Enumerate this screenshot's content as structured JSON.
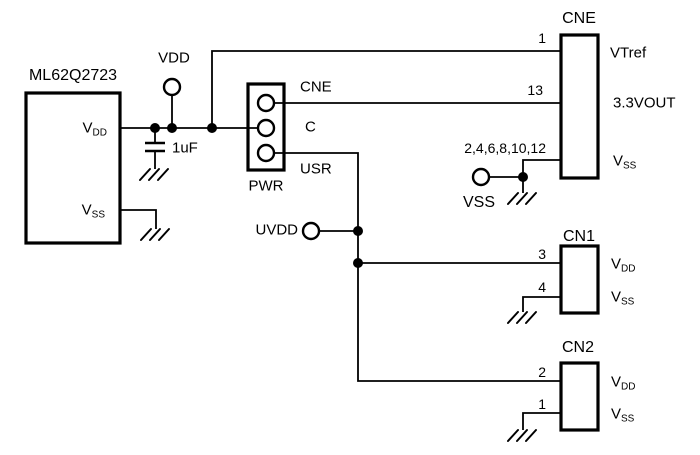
{
  "colors": {
    "line": "#000000",
    "background": "#ffffff"
  },
  "chip": {
    "title": "ML62Q2723",
    "pin_vdd": {
      "main": "V",
      "sub": "DD"
    },
    "pin_vss": {
      "main": "V",
      "sub": "SS"
    }
  },
  "power": {
    "vdd_terminal": "VDD",
    "capacitor_value": "1uF",
    "uvdd_terminal": "UVDD",
    "vss_terminal": "VSS"
  },
  "pwr_connector": {
    "name": "PWR",
    "pins": [
      "CNE",
      "C",
      "USR"
    ]
  },
  "cne_connector": {
    "title": "CNE",
    "pin1_number": "1",
    "pin1_signal": "VTref",
    "pin13_number": "13",
    "pin13_signal": "3.3VOUT",
    "vss_pin_numbers": "2,4,6,8,10,12",
    "vss_signal": {
      "main": "V",
      "sub": "SS"
    }
  },
  "cn1_connector": {
    "title": "CN1",
    "pin_a_number": "3",
    "pin_a_signal": {
      "main": "V",
      "sub": "DD"
    },
    "pin_b_number": "4",
    "pin_b_signal": {
      "main": "V",
      "sub": "SS"
    }
  },
  "cn2_connector": {
    "title": "CN2",
    "pin_a_number": "2",
    "pin_a_signal": {
      "main": "V",
      "sub": "DD"
    },
    "pin_b_number": "1",
    "pin_b_signal": {
      "main": "V",
      "sub": "SS"
    }
  }
}
